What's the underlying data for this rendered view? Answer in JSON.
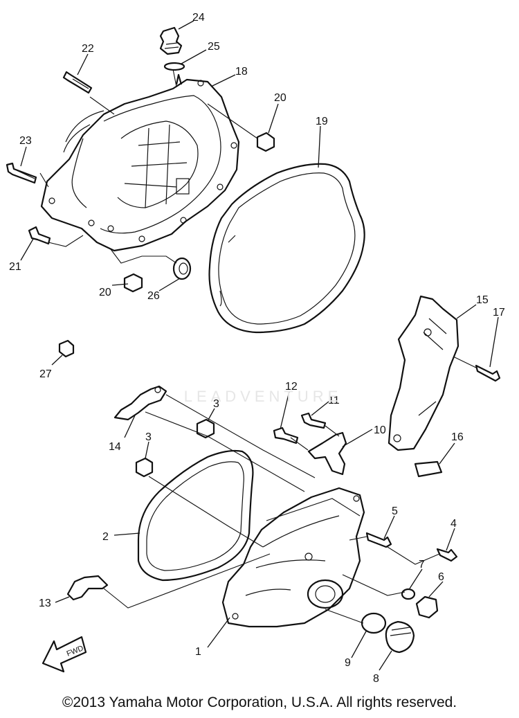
{
  "callouts": {
    "c1": "1",
    "c2": "2",
    "c3a": "3",
    "c3b": "3",
    "c4": "4",
    "c5": "5",
    "c6": "6",
    "c7": "7",
    "c8": "8",
    "c9": "9",
    "c10": "10",
    "c11": "11",
    "c12": "12",
    "c13": "13",
    "c14": "14",
    "c15": "15",
    "c16": "16",
    "c17": "17",
    "c18": "18",
    "c19": "19",
    "c20a": "20",
    "c20b": "20",
    "c21": "21",
    "c22": "22",
    "c23": "23",
    "c24": "24",
    "c25": "25",
    "c26": "26",
    "c27": "27"
  },
  "watermark": "LEADVENTURE",
  "fwd_label": "FWD",
  "copyright": "©2013 Yamaha Motor Corporation, U.S.A. All rights reserved."
}
